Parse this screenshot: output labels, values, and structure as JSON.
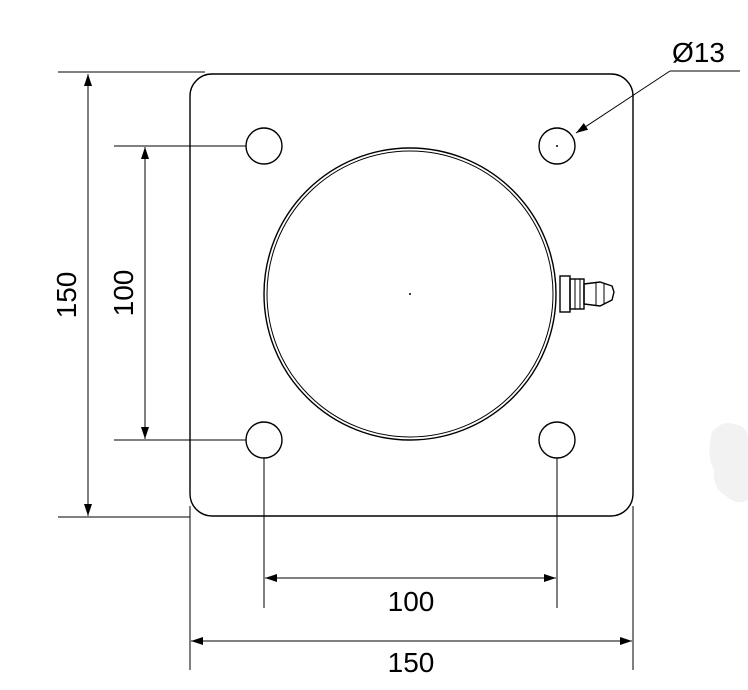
{
  "dimensions": {
    "overall_width": "150",
    "overall_height": "150",
    "hole_spacing_horizontal": "100",
    "hole_spacing_vertical": "100",
    "hole_diameter": "Ø13"
  },
  "colors": {
    "line": "#000000",
    "background": "#ffffff",
    "smudge": "#f2f2f2"
  }
}
